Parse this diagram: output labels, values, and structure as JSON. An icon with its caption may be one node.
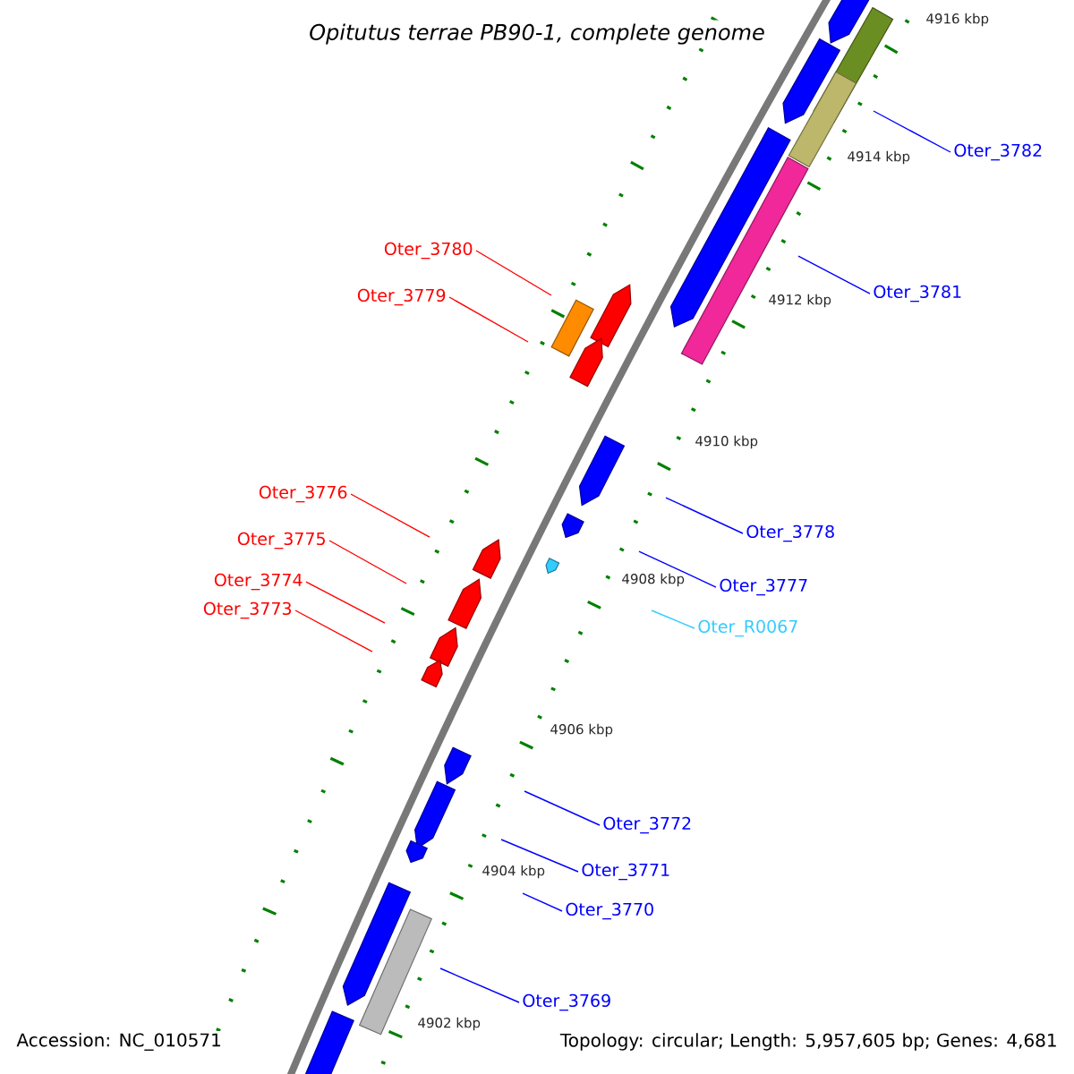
{
  "diagram": {
    "title": "Opitutus terrae PB90-1, complete genome",
    "nodes": [
      {
        "text": [
          "Oter_3782"
        ]
      },
      {
        "text": [
          "Oter_3780"
        ]
      },
      {
        "text": [
          "Oter_3781"
        ]
      },
      {
        "text": [
          "Oter_3779"
        ]
      },
      {
        "text": [
          "Oter_3776"
        ]
      },
      {
        "text": [
          "Oter_3778"
        ]
      },
      {
        "text": [
          "Oter_3775"
        ]
      },
      {
        "text": [
          "Oter_3774"
        ]
      },
      {
        "text": [
          "Oter_3777"
        ]
      },
      {
        "text": [
          "Oter_3773"
        ]
      },
      {
        "text": [
          "Oter_R0067"
        ]
      },
      {
        "text": [
          "Oter_3772"
        ]
      },
      {
        "text": [
          "Oter_3771"
        ]
      },
      {
        "text": [
          "Oter_3770"
        ]
      },
      {
        "text": [
          "Oter_3769"
        ]
      }
    ],
    "edges": [
      {
        "from": 0,
        "to": null,
        "arrow": "none"
      },
      {
        "from": 1,
        "to": null,
        "arrow": "none",
        "color": "#ff0000"
      },
      {
        "from": 2,
        "to": null,
        "arrow": "none"
      },
      {
        "from": 3,
        "to": null,
        "arrow": "none",
        "color": "#ff0000"
      },
      {
        "from": 4,
        "to": null,
        "arrow": "none",
        "color": "#ff0000"
      },
      {
        "from": 5,
        "to": null,
        "arrow": "none"
      },
      {
        "from": 6,
        "to": null,
        "arrow": "none",
        "color": "#ff0000"
      },
      {
        "from": 7,
        "to": null,
        "arrow": "none",
        "color": "#ff0000"
      },
      {
        "from": 8,
        "to": null,
        "arrow": "none"
      },
      {
        "from": 9,
        "to": null,
        "arrow": "none",
        "color": "#ff0000"
      },
      {
        "from": 10,
        "to": null,
        "arrow": "none",
        "color": "#33ccff"
      },
      {
        "from": 11,
        "to": null,
        "arrow": "none"
      },
      {
        "from": 12,
        "to": null,
        "arrow": "none"
      },
      {
        "from": 13,
        "to": null,
        "arrow": "none"
      },
      {
        "from": 14,
        "to": null,
        "arrow": "none"
      }
    ],
    "labels": [
      "4916 kbp",
      "4914 kbp",
      "4912 kbp",
      "4910 kbp",
      "4908 kbp",
      "4906 kbp",
      "4904 kbp",
      "4902 kbp",
      "Accession: NC_010571",
      "Topology: circular; Length: 5,957,605 bp; Genes: 4,681"
    ]
  }
}
